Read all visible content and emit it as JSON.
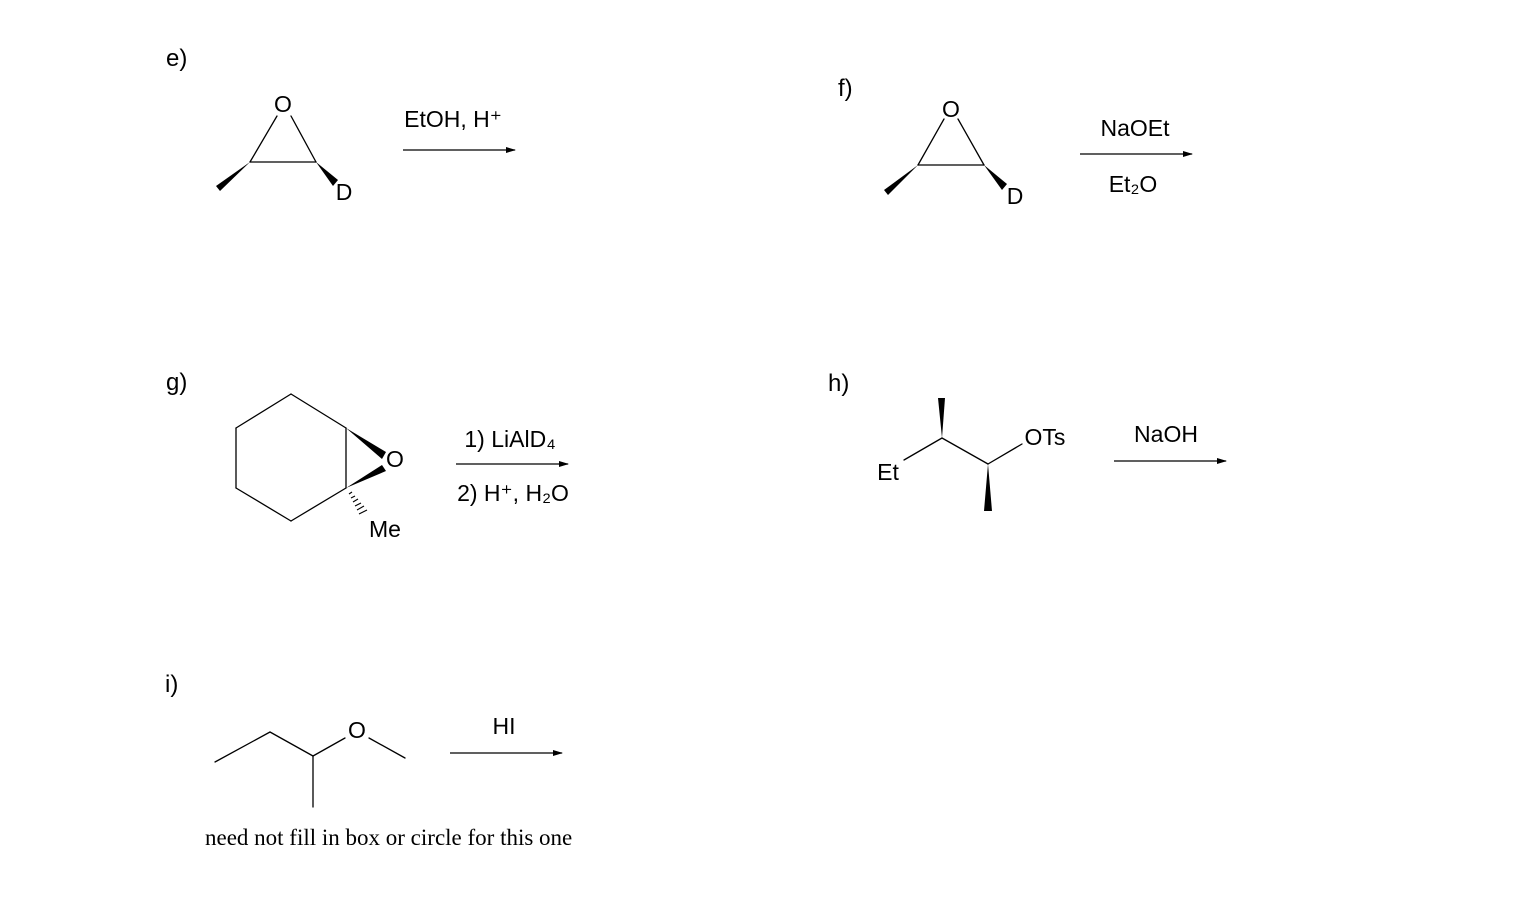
{
  "problems": [
    {
      "label": "e)",
      "reagents": [
        "EtOH, H⁺"
      ],
      "atoms": {
        "oxygen": "O",
        "deuterium": "D"
      }
    },
    {
      "label": "f)",
      "reagents": [
        "NaOEt",
        "Et₂O"
      ],
      "atoms": {
        "oxygen": "O",
        "deuterium": "D"
      }
    },
    {
      "label": "g)",
      "reagents": [
        "1) LiAlD₄",
        "2) H⁺, H₂O"
      ],
      "atoms": {
        "oxygen": "O",
        "methyl": "Me"
      }
    },
    {
      "label": "h)",
      "reagents": [
        "NaOH"
      ],
      "atoms": {
        "ethyl": "Et",
        "tosylate": "OTs"
      }
    },
    {
      "label": "i)",
      "reagents": [
        "HI"
      ],
      "atoms": {
        "oxygen": "O"
      },
      "note": "need not fill in box or circle for this one"
    }
  ]
}
